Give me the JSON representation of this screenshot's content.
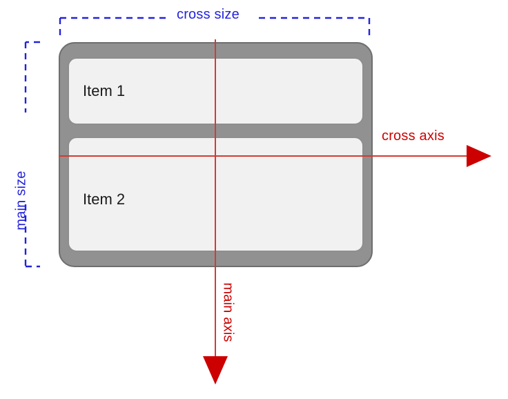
{
  "diagram": {
    "title": "Flexbox column layout axes diagram",
    "colors": {
      "measure_blue": "#2222dd",
      "axis_red": "#cc0000",
      "axis_line_red": "#d33a30",
      "container_fill": "#919191",
      "container_stroke": "#6e6e6e",
      "item_fill": "#f1f1f1",
      "item_stroke": "#8e8e8e",
      "background": "#ffffff",
      "item_text": "#1a1a1a"
    },
    "measurements": [
      {
        "name": "cross-size",
        "label": "cross size",
        "orientation": "horizontal"
      },
      {
        "name": "main-size",
        "label": "main size",
        "orientation": "vertical"
      }
    ],
    "axes": [
      {
        "name": "cross-axis",
        "label": "cross axis",
        "direction": "right"
      },
      {
        "name": "main-axis",
        "label": "main axis",
        "direction": "down"
      }
    ],
    "container": {
      "name": "flex-container",
      "items": [
        {
          "label": "Item 1"
        },
        {
          "label": "Item 2"
        }
      ]
    }
  }
}
